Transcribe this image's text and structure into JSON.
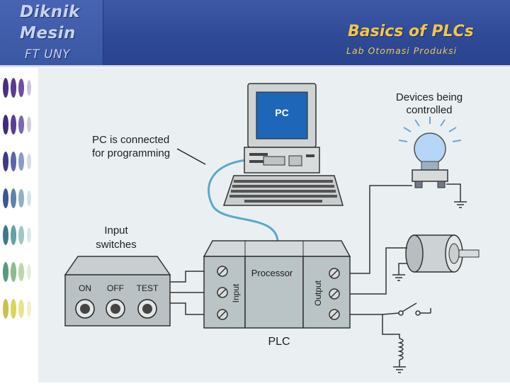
{
  "header": {
    "logo_line1": "Diknik",
    "logo_line2": "Mesin",
    "logo_line3": "FT UNY",
    "title": "Basics of PLCs",
    "subtitle": "Lab Otomasi Produksi"
  },
  "diagram": {
    "pc_screen_label": "PC",
    "pc_caption_line1": "PC is connected",
    "pc_caption_line2": "for programming",
    "devices_caption_line1": "Devices being",
    "devices_caption_line2": "controlled",
    "input_caption_line1": "Input",
    "input_caption_line2": "switches",
    "switch_on": "ON",
    "switch_off": "OFF",
    "switch_test": "TEST",
    "input_module": "Input",
    "processor_module": "Processor",
    "output_module": "Output",
    "plc_label": "PLC"
  },
  "colors": {
    "header_blue": "#2f4a96",
    "title_gold": "#f2c64a",
    "cable_blue": "#5aa9c8",
    "plc_grey": "#b9c2c5",
    "bulb_blue": "#9cc7f2"
  }
}
